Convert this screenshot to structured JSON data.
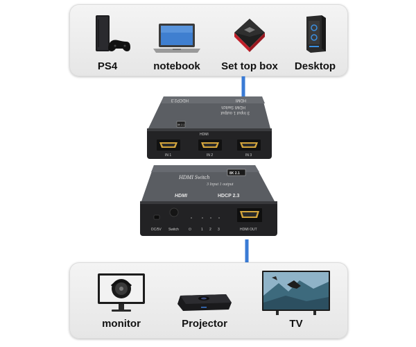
{
  "sources": {
    "items": [
      {
        "label": "PS4",
        "icon": "ps4-console-icon"
      },
      {
        "label": "notebook",
        "icon": "laptop-icon"
      },
      {
        "label": "Set top box",
        "icon": "set-top-box-icon"
      },
      {
        "label": "Desktop",
        "icon": "desktop-tower-icon"
      }
    ]
  },
  "switch_back": {
    "brand": "HDMI Switch",
    "subtitle": "3 Input 1 output",
    "hdmi_logo": "HDMI",
    "hdcp": "HDCP2.3",
    "badge": "8K 2.1",
    "panel_label": "HDMI",
    "ports": [
      "IN 1",
      "IN 2",
      "IN 3"
    ]
  },
  "switch_front": {
    "brand": "HDMI Switch",
    "subtitle": "3 Input 1 output",
    "badge": "8K 2.1",
    "hdmi_logo": "HDMI",
    "hdcp": "HDCP 2.3",
    "labels": [
      "DC/5V",
      "Switch",
      "⏻",
      "1",
      "2",
      "3",
      "HDMI OUT"
    ]
  },
  "outputs": {
    "items": [
      {
        "label": "monitor",
        "icon": "monitor-icon"
      },
      {
        "label": "Projector",
        "icon": "projector-icon"
      },
      {
        "label": "TV",
        "icon": "tv-icon"
      }
    ]
  },
  "colors": {
    "arrow": "#3a7bd5",
    "device_dark": "#2b2b2b",
    "hdmi_gold": "#d4a53c"
  }
}
